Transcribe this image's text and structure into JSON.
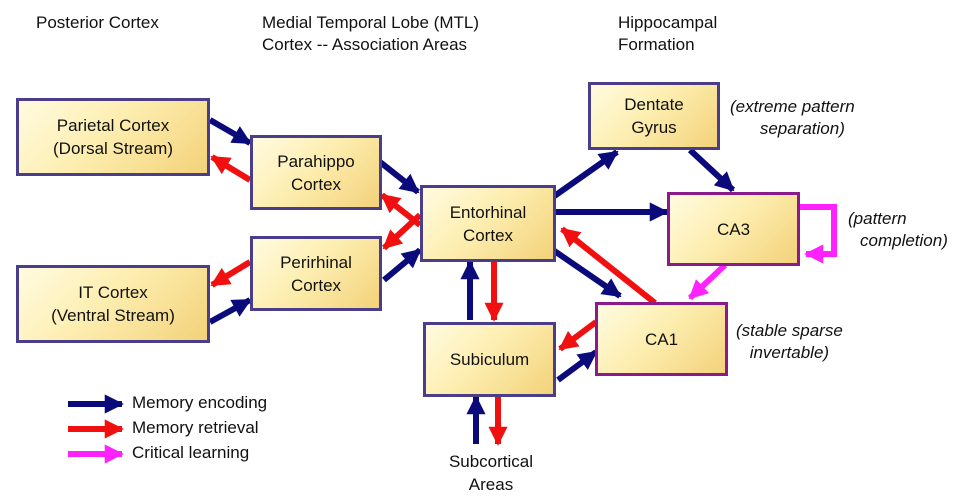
{
  "headers": {
    "posterior": "Posterior Cortex",
    "mtl_line1": "Medial Temporal Lobe (MTL)",
    "mtl_line2": "Cortex -- Association Areas",
    "hippo_line1": "Hippocampal",
    "hippo_line2": "Formation"
  },
  "boxes": {
    "parietal": {
      "line1": "Parietal Cortex",
      "line2": "(Dorsal Stream)"
    },
    "it": {
      "line1": "IT Cortex",
      "line2": "(Ventral Stream)"
    },
    "parahippo": {
      "line1": "Parahippo",
      "line2": "Cortex"
    },
    "perirhinal": {
      "line1": "Perirhinal",
      "line2": "Cortex"
    },
    "entorhinal": {
      "line1": "Entorhinal",
      "line2": "Cortex"
    },
    "dentate": {
      "line1": "Dentate",
      "line2": "Gyrus"
    },
    "ca3": {
      "label": "CA3"
    },
    "ca1": {
      "label": "CA1"
    },
    "subiculum": {
      "label": "Subiculum"
    }
  },
  "notes": {
    "dentate_1": "(extreme pattern",
    "dentate_2": "separation)",
    "ca3_1": "(pattern",
    "ca3_2": "completion)",
    "ca1_1": "(stable sparse",
    "ca1_2": "invertable)"
  },
  "subcortical": {
    "line1": "Subcortical",
    "line2": "Areas"
  },
  "legend": [
    {
      "label": "Memory encoding",
      "color": "#0a0a7a"
    },
    {
      "label": "Memory retrieval",
      "color": "#f01010"
    },
    {
      "label": "Critical learning",
      "color": "#ff22ff"
    }
  ],
  "colors": {
    "encoding": "#0a0a7a",
    "retrieval": "#f01010",
    "learning": "#ff22ff"
  }
}
